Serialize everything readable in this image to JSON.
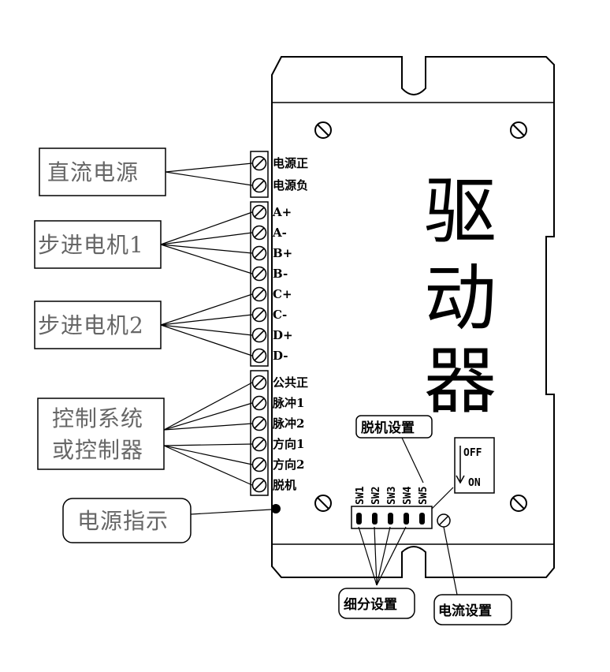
{
  "driver_title": [
    "驱",
    "动",
    "器"
  ],
  "groups": [
    {
      "label_lines": [
        "直流电源"
      ]
    },
    {
      "label_lines": [
        "步进电机1"
      ]
    },
    {
      "label_lines": [
        "步进电机2"
      ]
    },
    {
      "label_lines": [
        "控制系统",
        "或控制器"
      ]
    }
  ],
  "power_terminals": [
    "电源正",
    "电源负"
  ],
  "motor_terminals": [
    "A+",
    "A-",
    "B+",
    "B-",
    "C+",
    "C-",
    "D+",
    "D-"
  ],
  "control_terminals": [
    "公共正",
    "脉冲1",
    "脉冲2",
    "方向1",
    "方向2",
    "脱机"
  ],
  "power_indicator_label": "电源指示",
  "offline_setting_label": "脱机设置",
  "dip_switches": [
    "SW1",
    "SW2",
    "SW3",
    "SW4",
    "SW5"
  ],
  "switch_off_label": "OFF",
  "switch_on_label": "ON",
  "microstep_setting_label": "细分设置",
  "current_setting_label": "电流设置",
  "colors": {
    "line": "#000000",
    "label_text": "#666666"
  }
}
